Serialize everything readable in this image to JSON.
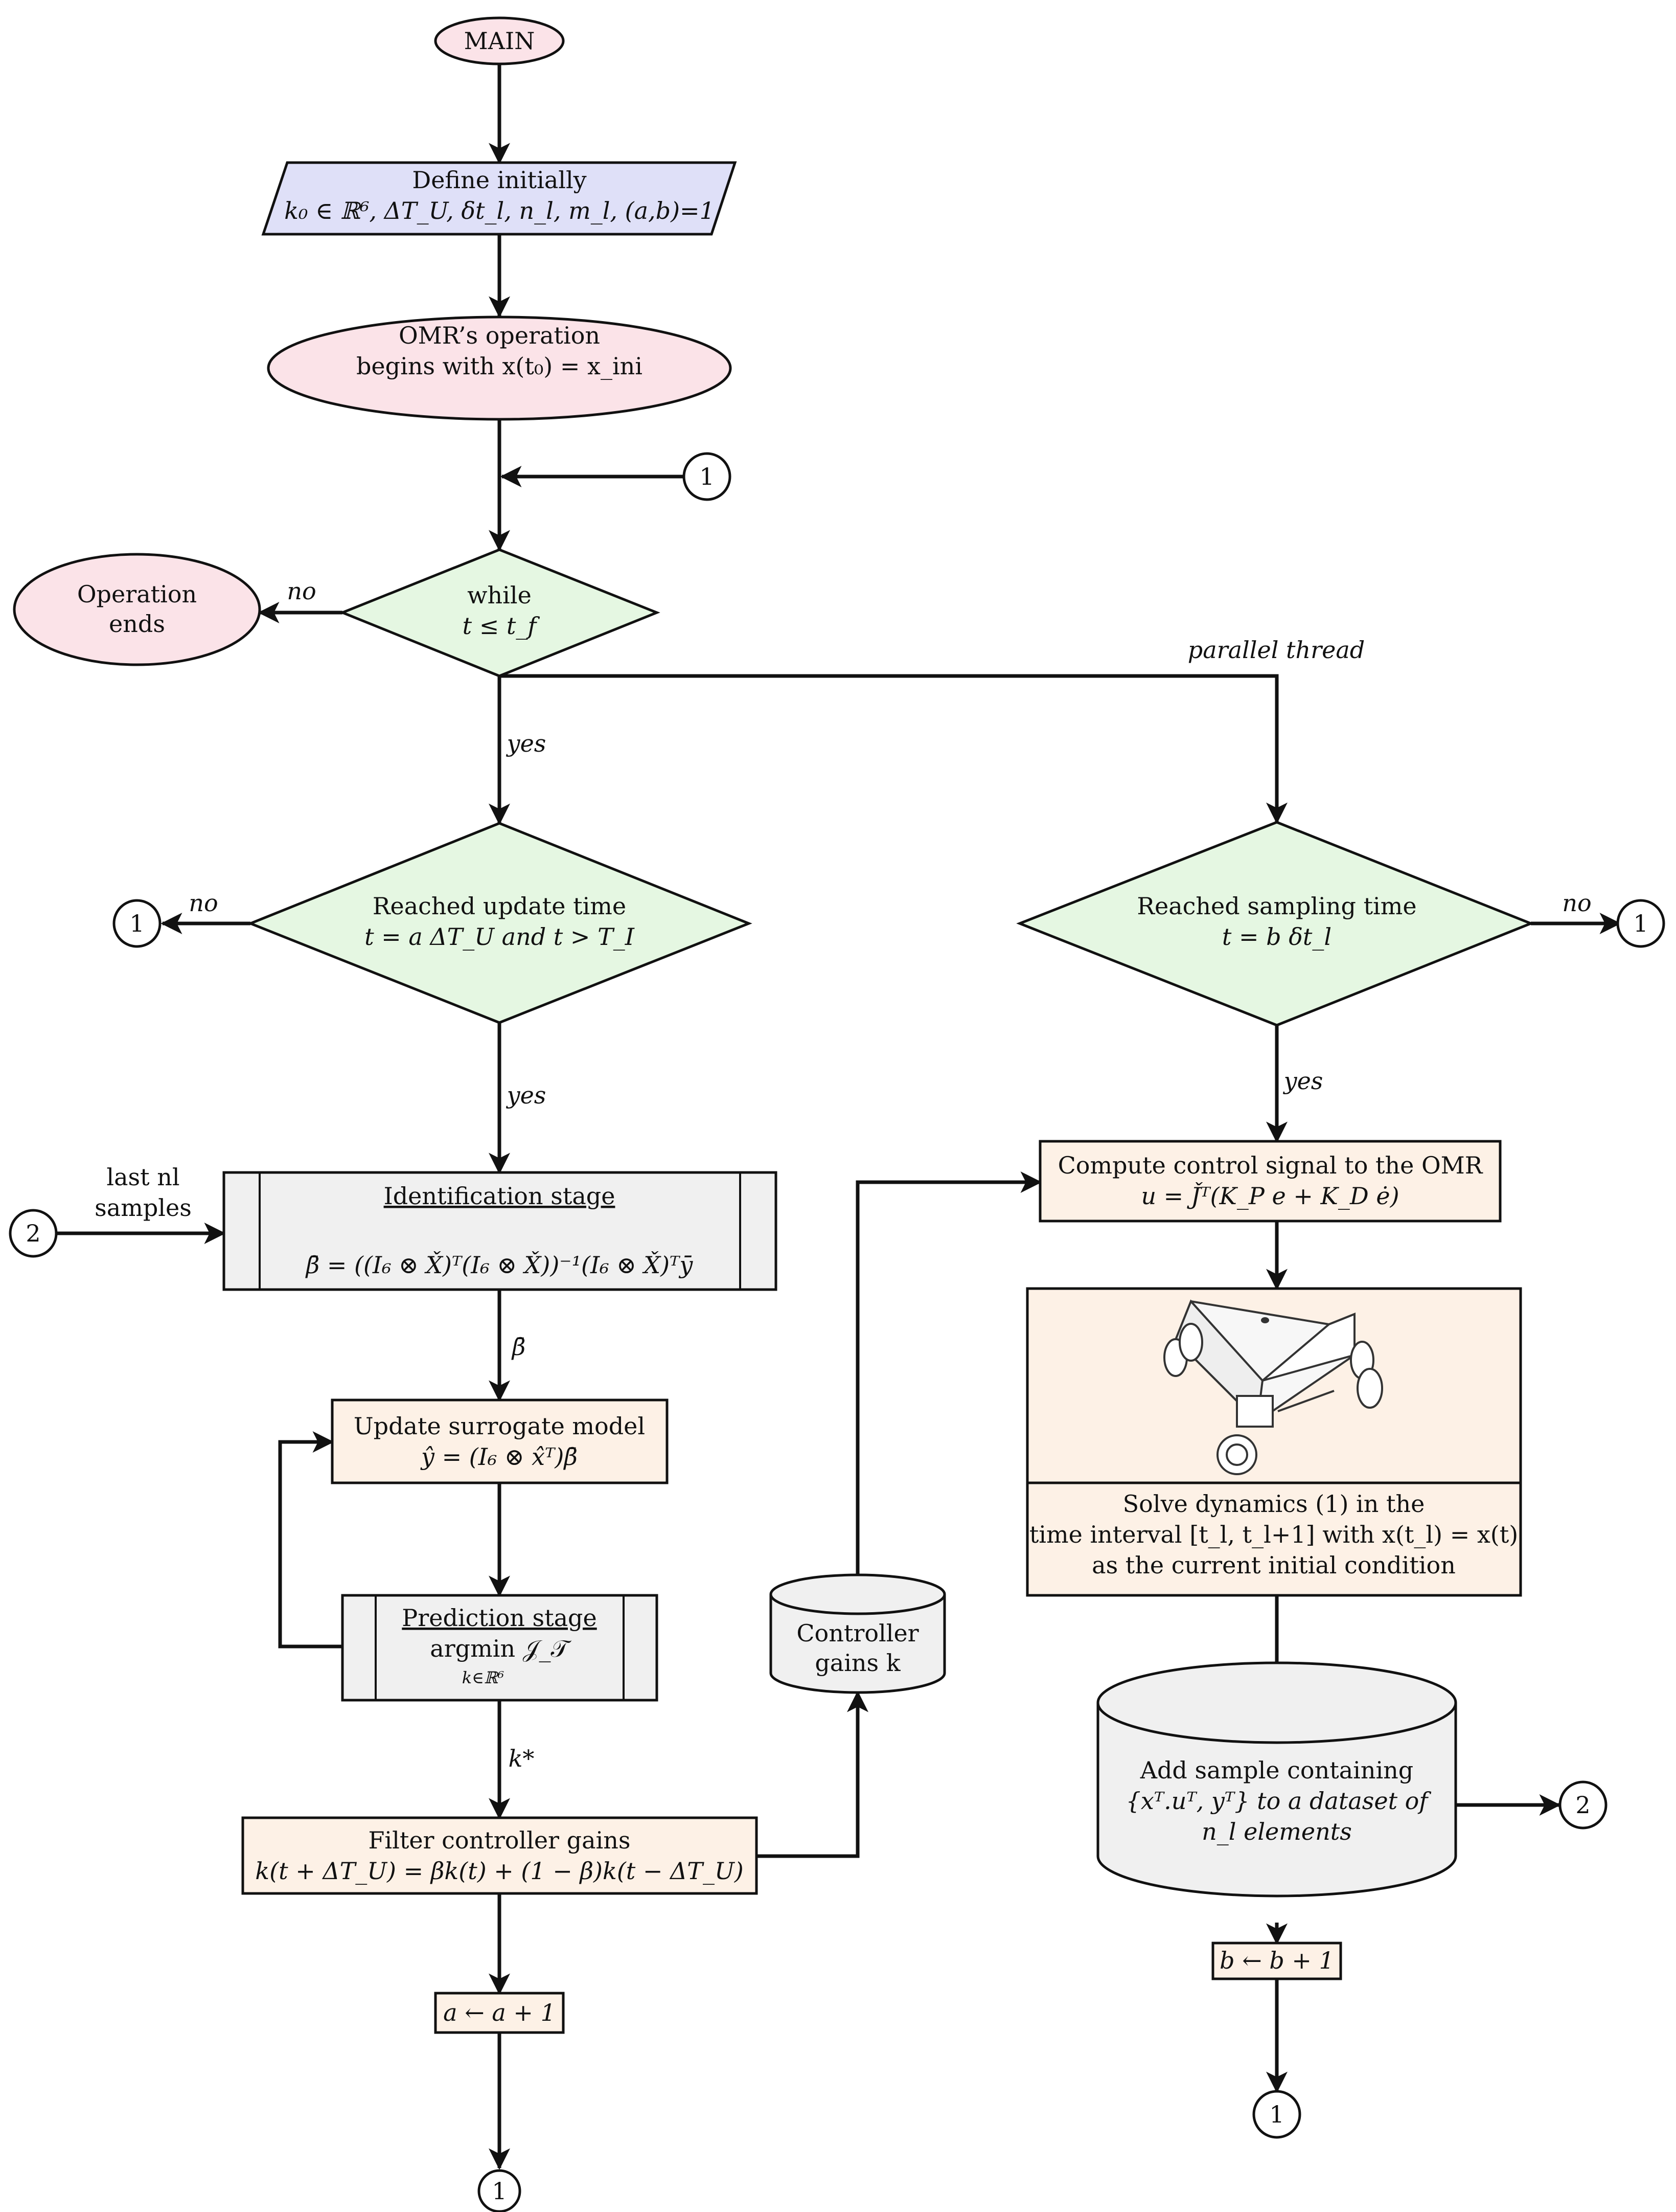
{
  "colors": {
    "terminal": "#fbe3e8",
    "io": "#dfe0f8",
    "decision": "#e5f7e2",
    "process": "#fdf1e6",
    "subprocess": "#f0f0f0",
    "storage": "#f0f0f0",
    "stroke": "#111111"
  },
  "nodes": {
    "main": {
      "text": "MAIN"
    },
    "define": {
      "line1": "Define initially",
      "line2": "k₀ ∈ ℝ⁶, ΔT_U, δt_l, n_l, m_l, (a,b)=1"
    },
    "omr_begin": {
      "line1": "OMR’s operation",
      "line2": "begins with x(t₀) = x_ini"
    },
    "while": {
      "line1": "while",
      "line2": "t ≤ t_f"
    },
    "op_ends": {
      "line1": "Operation",
      "line2": "ends"
    },
    "update_time": {
      "line1": "Reached update time",
      "line2": "t = a ΔT_U  and  t > T_I"
    },
    "sampling_time": {
      "line1": "Reached sampling time",
      "line2": "t = b δt_l"
    },
    "identification": {
      "title": "Identification stage",
      "formula": "β̄ = ((I₆ ⊗ X̌)ᵀ(I₆ ⊗ X̌))⁻¹(I₆ ⊗ X̌)ᵀȳ"
    },
    "surrogate": {
      "line1": "Update surrogate model",
      "line2": "ŷ = (I₆ ⊗ x̂ᵀ)β̄"
    },
    "prediction": {
      "title": "Prediction stage",
      "line2": "argmin 𝒥_𝒯",
      "sub": "k∈ℝ⁶"
    },
    "filter": {
      "line1": "Filter controller gains",
      "line2": "k(t + ΔT_U) = βk(t) + (1 − β)k(t − ΔT_U)"
    },
    "a_inc": {
      "text": "a ← a + 1"
    },
    "controller_gains": {
      "line1": "Controller",
      "line2": "gains k"
    },
    "control_signal": {
      "line1": "Compute control signal to the OMR",
      "line2": "u = J̌ᵀ(K_P e + K_D ė)"
    },
    "dynamics": {
      "line1": "Solve dynamics (1) in the",
      "line2": "time interval [t_l, t_l+1] with x(t_l) = x(t)",
      "line3": "as the current initial condition"
    },
    "dataset": {
      "line1": "Add sample containing",
      "line2": "{xᵀ.uᵀ, yᵀ} to a dataset of",
      "line3": "n_l elements"
    },
    "b_inc": {
      "text": "b ← b + 1"
    }
  },
  "connectors": {
    "c1": "1",
    "c2": "2"
  },
  "edge_labels": {
    "no": "no",
    "yes": "yes",
    "parallel": "parallel thread",
    "last_line1": "last nl",
    "last_line2": "samples",
    "beta": "β̄",
    "kstar": "k*"
  }
}
